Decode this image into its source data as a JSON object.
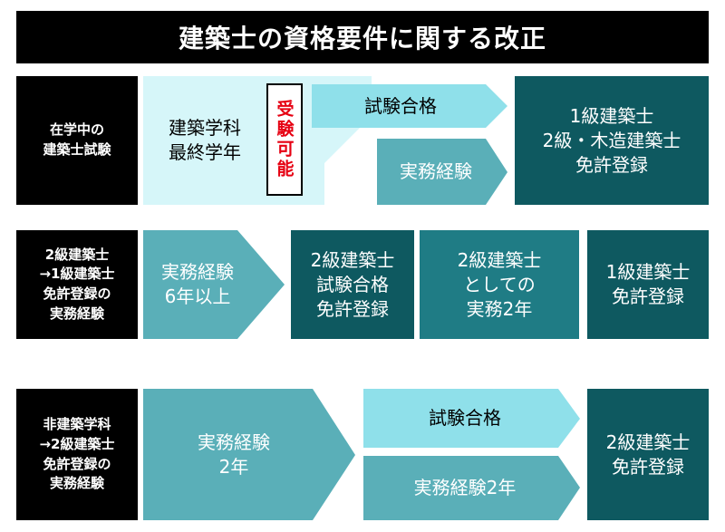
{
  "title": "建築士の資格要件に関する改正",
  "rows": [
    {
      "label": [
        "在学中の",
        "建築士試験"
      ],
      "start": [
        "建築学科",
        "最終学年"
      ],
      "stamp": "受験可能",
      "upper": "試験合格",
      "lower": "実務経験",
      "result": [
        "1級建築士",
        "2級・木造建築士",
        "免許登録"
      ]
    },
    {
      "label": [
        "2級建築士",
        "→1級建築士",
        "免許登録の",
        "実務経験"
      ],
      "start": [
        "実務経験",
        "6年以上"
      ],
      "step2": [
        "2級建築士",
        "試験合格",
        "免許登録"
      ],
      "step3": [
        "2級建築士",
        "としての",
        "実務2年"
      ],
      "result": [
        "1級建築士",
        "免許登録"
      ]
    },
    {
      "label": [
        "非建築学科",
        "→2級建築士",
        "免許登録の",
        "実務経験"
      ],
      "start": [
        "実務経験",
        "2年"
      ],
      "upper": "試験合格",
      "lower": "実務経験2年",
      "result": [
        "2級建築士",
        "免許登録"
      ]
    }
  ],
  "colors": {
    "black": "#000000",
    "light_cyan": "#d6f6f9",
    "bright_cyan": "#8fe0ea",
    "teal": "#5aafb8",
    "mid_teal": "#1f7c85",
    "dark_teal": "#0e5960",
    "stamp_red": "#e60012"
  }
}
